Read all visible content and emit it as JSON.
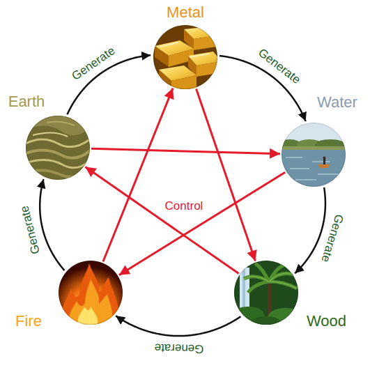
{
  "diagram": {
    "nodes": [
      {
        "text": [
          "Metal"
        ]
      },
      {
        "text": [
          "Earth"
        ]
      },
      {
        "text": [
          "Water"
        ]
      },
      {
        "text": [
          "Fire"
        ]
      },
      {
        "text": [
          "Wood"
        ]
      }
    ],
    "edges": [
      {
        "from": 1,
        "to": 0,
        "arrow": "to",
        "label": "Generate"
      },
      {
        "from": 0,
        "to": 2,
        "arrow": "to",
        "label": "Generate"
      },
      {
        "from": 2,
        "to": 4,
        "arrow": "to",
        "label": "Generate"
      },
      {
        "from": 4,
        "to": 3,
        "arrow": "to",
        "label": "Generate"
      },
      {
        "from": 3,
        "to": 1,
        "arrow": "to",
        "label": "Generate"
      },
      {
        "from": 3,
        "to": 0,
        "arrow": "to"
      },
      {
        "from": 0,
        "to": 4,
        "arrow": "to"
      },
      {
        "from": 4,
        "to": 1,
        "arrow": "to"
      },
      {
        "from": 1,
        "to": 2,
        "arrow": "to"
      },
      {
        "from": 2,
        "to": 3,
        "arrow": "to"
      }
    ],
    "labels": [
      "Control"
    ]
  }
}
